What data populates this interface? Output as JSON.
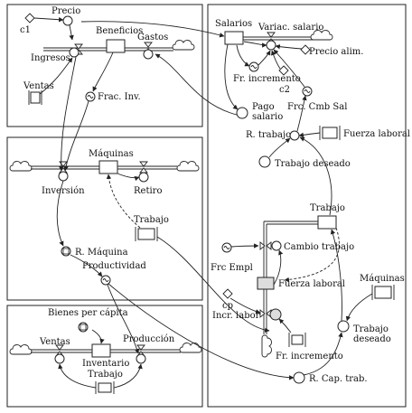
{
  "diagram": {
    "panels": [
      "top-left",
      "middle-left",
      "bottom-left",
      "right"
    ],
    "labels": {
      "precio": "Precio",
      "c1": "c1",
      "beneficios": "Beneficios",
      "gastos": "Gastos",
      "ingresos": "Ingresos",
      "ventas_top": "Ventas",
      "frac_inv": "Frac. Inv.",
      "salarios": "Salarios",
      "variac_salario": "Variac. salario",
      "precio_alim": "Precio alim.",
      "fr_incremento_top": "Fr. incremento",
      "c2": "c2",
      "pago_salario": "Pago\nsalario",
      "frc_cmb_sal": "Frc. Cmb Sal",
      "r_trabajo": "R. trabajo",
      "fuerza_laboral_top": "Fuerza laboral",
      "trabajo_deseado_top": "Trabajo deseado",
      "maquinas_mid": "Máquinas",
      "inversion": "Inversión",
      "retiro": "Retiro",
      "trabajo_mid": "Trabajo",
      "r_maquina": "R. Máquina",
      "productividad": "Productividad",
      "trabajo_right": "Trabajo",
      "cambio_trabajo": "Cambio trabajo",
      "frc_empl": "Frc Empl",
      "cp": "cp",
      "fuerza_laboral_mid": "Fuerza laboral",
      "incr_labor": "Incr. labor",
      "maquinas_right": "Máquinas",
      "fr_incremento_bot": "Fr. incremento",
      "trabajo_deseado_bot": "Trabajo\ndeseado",
      "r_cap_trab": "R. Cap. trab.",
      "bienes_per_capita": "Bienes per cápita",
      "ventas_bot": "Ventas",
      "produccion": "Producción",
      "inventario": "Inventario",
      "trabajo_bot": "Trabajo"
    }
  }
}
